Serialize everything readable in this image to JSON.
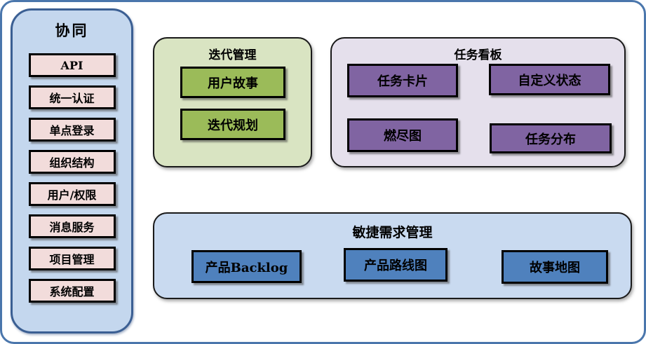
{
  "diagram": {
    "sidebar": {
      "title": "协同",
      "items": [
        {
          "label": "API"
        },
        {
          "label": "统一认证"
        },
        {
          "label": "单点登录"
        },
        {
          "label": "组织结构"
        },
        {
          "label": "用户/权限"
        },
        {
          "label": "消息服务"
        },
        {
          "label": "项目管理"
        },
        {
          "label": "系统配置"
        }
      ]
    },
    "iteration": {
      "title": "迭代管理",
      "items": [
        {
          "label": "用户故事"
        },
        {
          "label": "迭代规划"
        }
      ]
    },
    "taskboard": {
      "title": "任务看板",
      "items": [
        {
          "label": "任务卡片"
        },
        {
          "label": "自定义状态"
        },
        {
          "label": "燃尽图"
        },
        {
          "label": "任务分布"
        }
      ]
    },
    "requirements": {
      "title": "敏捷需求管理",
      "items": [
        {
          "label": "产品Backlog"
        },
        {
          "label": "产品路线图"
        },
        {
          "label": "故事地图"
        }
      ]
    }
  },
  "colors": {
    "outer_border": "#4a76ac",
    "sidebar_bg": "#c4d7ee",
    "sidebar_border": "#3b5f93",
    "pink_item": "#f2dcdb",
    "green_panel_bg": "#d9e4c2",
    "green_item": "#9bbb59",
    "purple_panel_bg": "#e5e0ec",
    "purple_item": "#8064a2",
    "blue_panel_bg": "#c9daf0",
    "blue_item": "#4f81bd"
  }
}
